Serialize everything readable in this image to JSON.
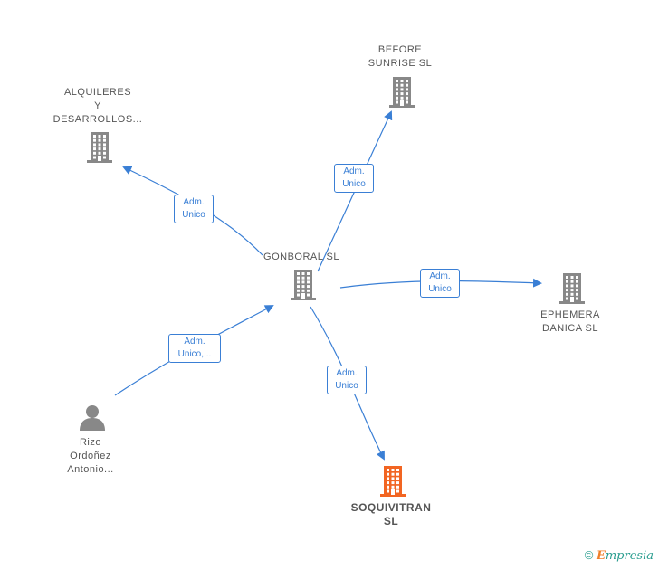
{
  "nodes": {
    "gonboral": {
      "lines": [
        "GONBORAL  SL"
      ],
      "color": "#888888"
    },
    "before": {
      "lines": [
        "BEFORE",
        "SUNRISE  SL"
      ],
      "color": "#888888"
    },
    "alquileres": {
      "lines": [
        "ALQUILERES",
        "Y",
        "DESARROLLOS..."
      ],
      "color": "#888888"
    },
    "ephemera": {
      "lines": [
        "EPHEMERA",
        "DANICA  SL"
      ],
      "color": "#888888"
    },
    "soquivitran": {
      "lines": [
        "SOQUIVITRAN",
        "SL"
      ],
      "color": "#f26522"
    },
    "rizo": {
      "lines": [
        "Rizo",
        "Ordoñez",
        "Antonio..."
      ],
      "color": "#888888"
    }
  },
  "edges": {
    "to_before": [
      "Adm.",
      "Unico"
    ],
    "to_alquileres": [
      "Adm.",
      "Unico"
    ],
    "to_ephemera": [
      "Adm.",
      "Unico"
    ],
    "to_soquivitran": [
      "Adm.",
      "Unico"
    ],
    "from_rizo": [
      "Adm.",
      "Unico,..."
    ]
  },
  "colors": {
    "edge": "#3a7fd5",
    "building": "#888888",
    "highlight": "#f26522"
  },
  "footer": {
    "copyright": "©",
    "brand_e": "E",
    "brand_rest": "mpresia"
  }
}
